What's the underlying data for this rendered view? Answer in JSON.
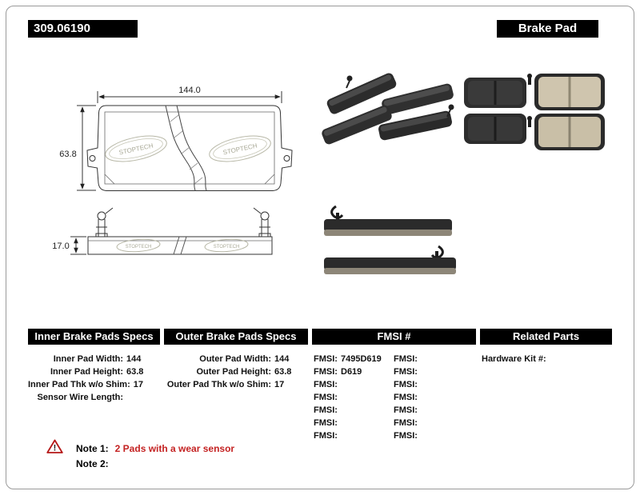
{
  "header": {
    "part_number": "309.06190",
    "product_type": "Brake Pad"
  },
  "diagram": {
    "brand": "STOPTECH",
    "front_view": {
      "width_label": "144.0",
      "height_label": "63.8"
    },
    "profile_view": {
      "thickness_label": "17.0"
    }
  },
  "tables": {
    "inner": {
      "title": "Inner Brake Pads Specs",
      "rows": [
        {
          "label": "Inner Pad Width:",
          "value": "144"
        },
        {
          "label": "Inner Pad Height:",
          "value": "63.8"
        },
        {
          "label": "Inner Pad Thk w/o Shim:",
          "value": "17"
        },
        {
          "label": "Sensor Wire Length:",
          "value": ""
        }
      ]
    },
    "outer": {
      "title": "Outer Brake Pads Specs",
      "rows": [
        {
          "label": "Outer Pad Width:",
          "value": "144"
        },
        {
          "label": "Outer Pad Height:",
          "value": "63.8"
        },
        {
          "label": "Outer Pad Thk w/o Shim:",
          "value": "17"
        }
      ]
    },
    "fmsi": {
      "title": "FMSI #",
      "col1": [
        {
          "label": "FMSI:",
          "value": "7495D619"
        },
        {
          "label": "FMSI:",
          "value": "D619"
        },
        {
          "label": "FMSI:",
          "value": ""
        },
        {
          "label": "FMSI:",
          "value": ""
        },
        {
          "label": "FMSI:",
          "value": ""
        },
        {
          "label": "FMSI:",
          "value": ""
        },
        {
          "label": "FMSI:",
          "value": ""
        }
      ],
      "col2": [
        {
          "label": "FMSI:",
          "value": ""
        },
        {
          "label": "FMSI:",
          "value": ""
        },
        {
          "label": "FMSI:",
          "value": ""
        },
        {
          "label": "FMSI:",
          "value": ""
        },
        {
          "label": "FMSI:",
          "value": ""
        },
        {
          "label": "FMSI:",
          "value": ""
        },
        {
          "label": "FMSI:",
          "value": ""
        }
      ]
    },
    "related": {
      "title": "Related Parts",
      "rows": [
        {
          "label": "Hardware Kit #:",
          "value": ""
        }
      ]
    }
  },
  "notes": {
    "warning_glyph": "!",
    "note1_label": "Note 1:",
    "note1_text": "2 Pads with a wear sensor",
    "note2_label": "Note 2:",
    "note2_text": ""
  },
  "colors": {
    "header_bar": "#000000",
    "note_red": "#c42222",
    "watermark": "#b7b7a6"
  }
}
